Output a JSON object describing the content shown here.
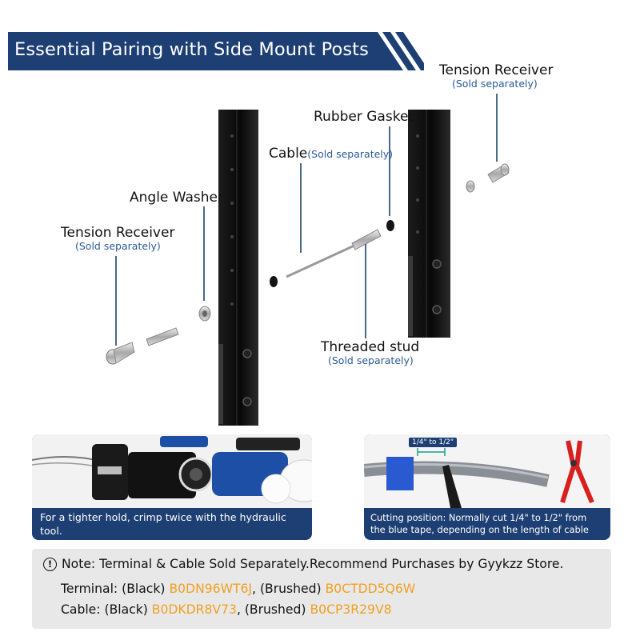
{
  "banner": {
    "title": "Essential Pairing with Side Mount Posts",
    "color": "#1e3f73"
  },
  "labels": {
    "tension_receiver_right": "Tension Receiver",
    "tension_receiver_right_note": "(Sold separately)",
    "rubber_gasket": "Rubber Gasket",
    "cable": "Cable",
    "cable_note": "(Sold separately)",
    "angle_washer": "Angle Washer",
    "tension_receiver_left": "Tension Receiver",
    "tension_receiver_left_note": "(Sold separately)",
    "threaded_stud": "Threaded stud",
    "threaded_stud_note": "(Sold separately)"
  },
  "panels": {
    "crimp_caption": "For a tighter hold, crimp twice with the hydraulic tool.",
    "cut_measure": "1/4\" to 1/2\"",
    "cut_caption": "Cutting position: Normally cut 1/4\" to 1/2\" from the blue tape, depending on the length of cable run."
  },
  "note": {
    "icon": "info-icon",
    "line1": "Note: Terminal & Cable Sold Separately.Recommend Purchases by Gyykzz Store.",
    "terminal_prefix": "Terminal: (Black) ",
    "terminal_black": "B0DN96WT6J",
    "terminal_mid": ", (Brushed) ",
    "terminal_brushed": "B0CTDD5Q6W",
    "cable_prefix": "Cable: (Black) ",
    "cable_black": "B0DKDR8V73",
    "cable_mid": ", (Brushed) ",
    "cable_brushed": "B0CP3R29V8",
    "code_color": "#f0a020"
  }
}
